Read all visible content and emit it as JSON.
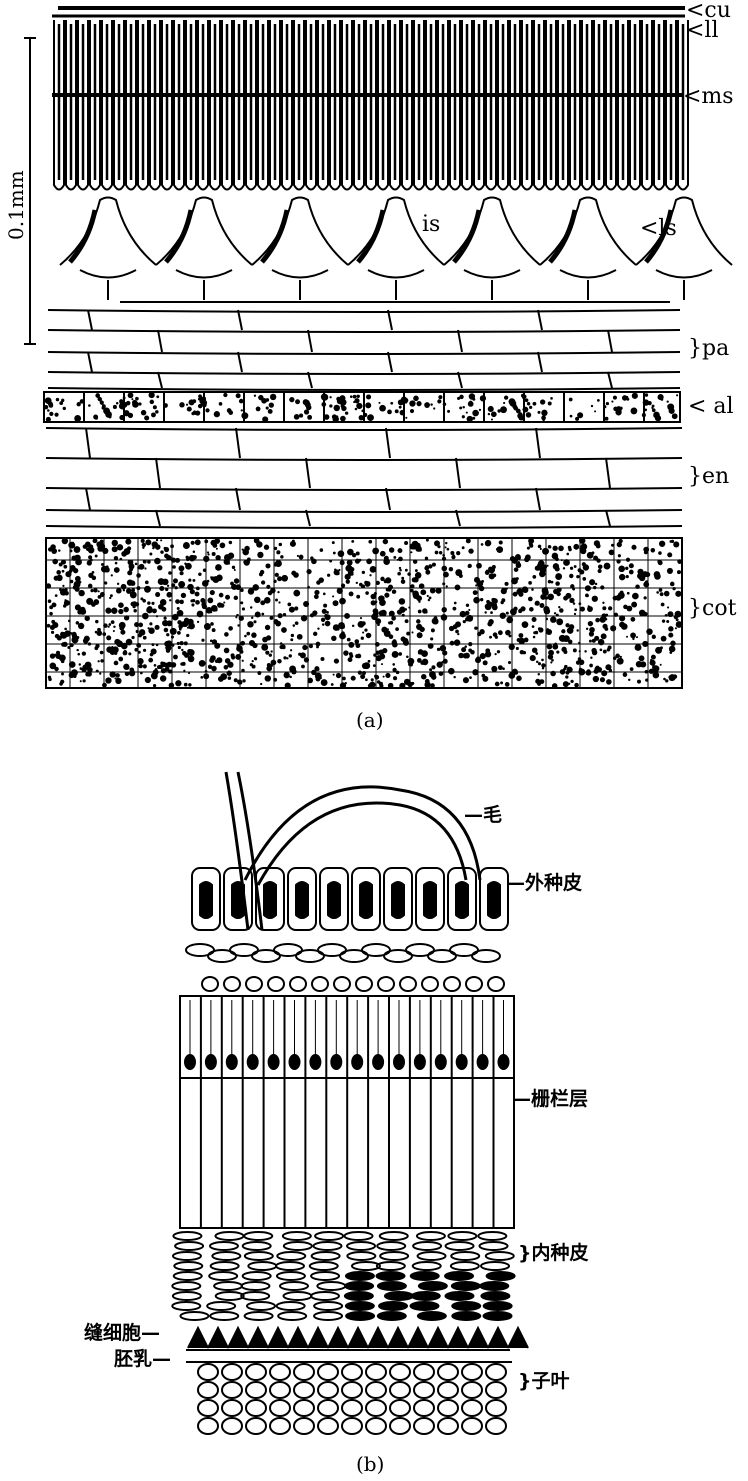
{
  "figure_a": {
    "caption": "(a)",
    "scale_bar": "0.1mm",
    "labels": {
      "cu": "<cu",
      "ll": "<ll",
      "ms": "<ms",
      "is": "is",
      "ls": "<ls",
      "pa": "}pa",
      "al": "< al",
      "en": "}en",
      "cot": "}cot"
    }
  },
  "figure_b": {
    "caption": "(b)",
    "labels": {
      "hair": "—毛",
      "outer_coat": "—外种皮",
      "palisade": "—栅栏层",
      "inner_coat": "}内种皮",
      "seam_cells": "缝细胞—",
      "endosperm": "胚乳—",
      "cotyledon": "}子叶"
    }
  },
  "colors": {
    "ink": "#000000",
    "paper": "#ffffff"
  }
}
